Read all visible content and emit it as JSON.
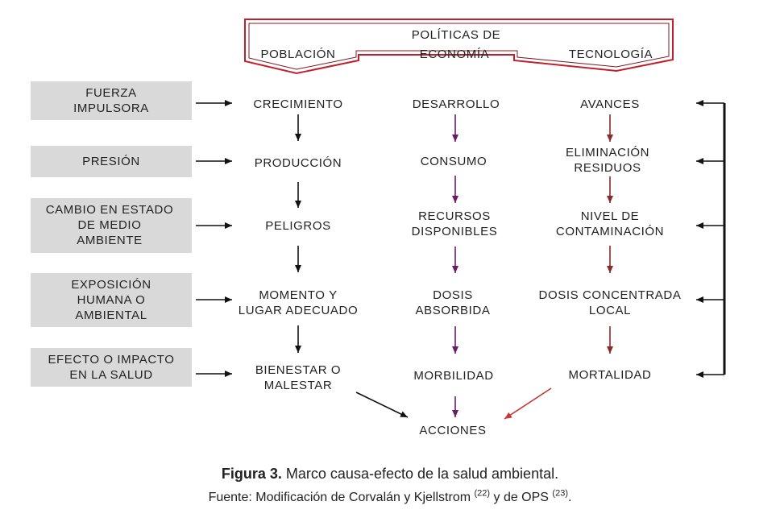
{
  "header": {
    "title": "POLÍTICAS DE",
    "columns": [
      "POBLACIÓN",
      "ECONOMÍA",
      "TECNOLOGÍA"
    ],
    "border_color": "#c0202c"
  },
  "stages": [
    "FUERZA IMPULSORA",
    "PRESIÓN",
    "CAMBIO EN ESTADO DE MEDIO AMBIENTE",
    "EXPOSICIÓN HUMANA O AMBIENTAL",
    "EFECTO O IMPACTO EN LA SALUD"
  ],
  "columns": {
    "poblacion": {
      "arrow_color": "#111111",
      "items": [
        "CRECIMIENTO",
        "PRODUCCIÓN",
        "PELIGROS",
        "MOMENTO Y LUGAR ADECUADO",
        "BIENESTAR O MALESTAR"
      ]
    },
    "economia": {
      "arrow_color": "#6a1b6a",
      "items": [
        "DESARROLLO",
        "CONSUMO",
        "RECURSOS DISPONIBLES",
        "DOSIS ABSORBIDA",
        "MORBILIDAD"
      ]
    },
    "tecnologia": {
      "arrow_color": "#8b2a2a",
      "items": [
        "AVANCES",
        "ELIMINACIÓN RESIDUOS",
        "NIVEL DE CONTAMINACIÓN",
        "DOSIS CONCENTRADA LOCAL",
        "MORTALIDAD"
      ]
    }
  },
  "outcome": "ACCIONES",
  "outcome_arrow_right_color": "#cc3333",
  "caption": {
    "figure_label": "Figura 3.",
    "figure_text": " Marco causa-efecto de la salud ambiental.",
    "source_text": "Fuente: Modificación de Corvalán y Kjellstrom ",
    "ref1": "(22)",
    "source_mid": " y de OPS ",
    "ref2": "(23)",
    "source_end": "."
  }
}
